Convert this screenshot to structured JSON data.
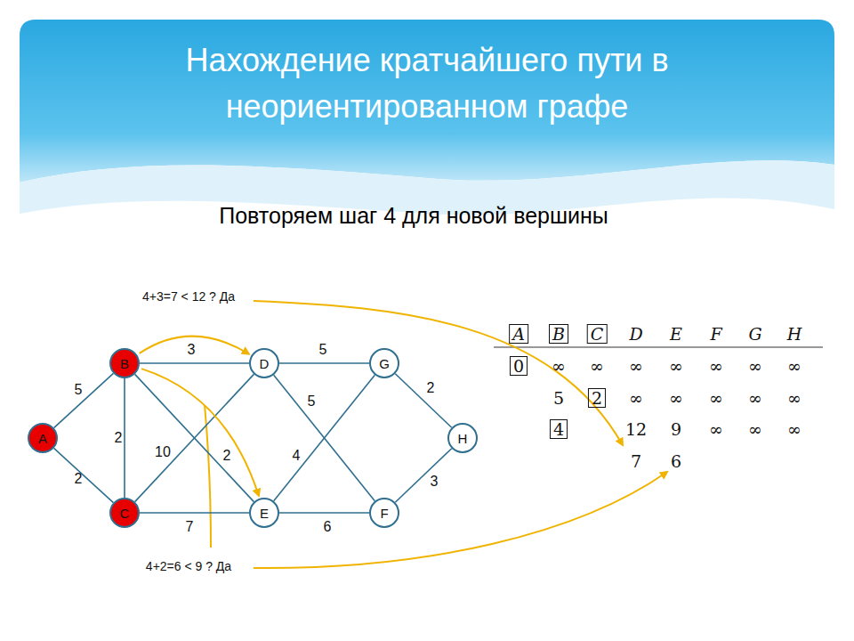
{
  "diagram": {
    "title": "Нахождение кратчайшего пути в неориентированном графе",
    "nodes": [
      {
        "text": [
          "B"
        ]
      },
      {
        "text": [
          "D"
        ]
      },
      {
        "text": [
          "G"
        ]
      },
      {
        "text": [
          "A"
        ]
      },
      {
        "text": [
          "H"
        ]
      },
      {
        "text": [
          "C"
        ]
      },
      {
        "text": [
          "E"
        ]
      },
      {
        "text": [
          "F"
        ]
      }
    ],
    "edges": [
      {
        "from": 3,
        "to": 0,
        "arrow": "none",
        "label": "5"
      },
      {
        "from": 3,
        "to": 5,
        "arrow": "none",
        "label": "2"
      },
      {
        "from": 0,
        "to": 5,
        "arrow": "none",
        "label": "2"
      },
      {
        "from": 0,
        "to": 1,
        "arrow": "none",
        "label": "3"
      },
      {
        "from": 5,
        "to": 1,
        "arrow": "none",
        "label": "10"
      },
      {
        "from": 0,
        "to": 6,
        "arrow": "none",
        "label": "2"
      },
      {
        "from": 5,
        "to": 6,
        "arrow": "none",
        "label": "7"
      },
      {
        "from": 1,
        "to": 2,
        "arrow": "none",
        "label": "5"
      },
      {
        "from": 1,
        "to": 7,
        "arrow": "none",
        "label": "5"
      },
      {
        "from": 6,
        "to": 2,
        "arrow": "none",
        "label": "4"
      },
      {
        "from": 6,
        "to": 7,
        "arrow": "none",
        "label": "6"
      },
      {
        "from": 2,
        "to": 4,
        "arrow": "none",
        "label": "2"
      },
      {
        "from": 7,
        "to": 4,
        "arrow": "none",
        "label": "3"
      },
      {
        "from": 0,
        "to": 1,
        "arrow": "to"
      },
      {
        "from": 0,
        "to": 6,
        "arrow": "to"
      }
    ],
    "labels": [
      "Повторяем шаг 4 для новой вершины",
      "4+3=7 < 12 ? Да",
      "4+2=6 < 9 ? Да",
      "A",
      "B",
      "C",
      "D",
      "E",
      "F",
      "G",
      "H",
      "0",
      "∞",
      "∞",
      "∞",
      "∞",
      "∞",
      "∞",
      "∞",
      "5",
      "2",
      "∞",
      "∞",
      "∞",
      "∞",
      "∞",
      "4",
      "12",
      "9",
      "∞",
      "∞",
      "∞",
      "7",
      "6"
    ]
  }
}
